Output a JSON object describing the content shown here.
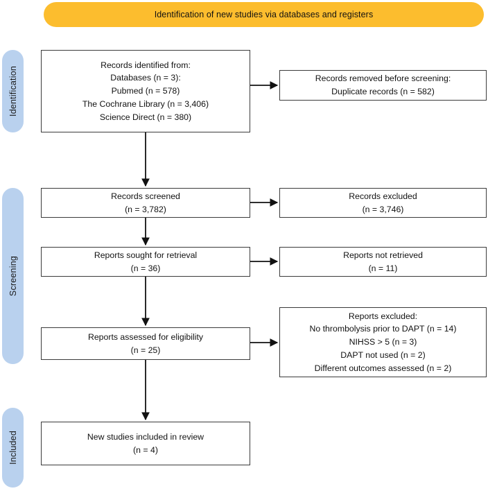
{
  "banner": {
    "label": "Identification of new studies via databases and registers",
    "color": "#fcbd2e"
  },
  "stages": [
    {
      "id": "identification",
      "label": "Identification",
      "color": "#b9d1ee"
    },
    {
      "id": "screening",
      "label": "Screening",
      "color": "#b9d1ee"
    },
    {
      "id": "included",
      "label": "Included",
      "color": "#b9d1ee"
    }
  ],
  "boxes": {
    "identified": {
      "name": "records-identified-from",
      "lines": [
        "Records identified from:",
        "Databases (n = 3):",
        "Pubmed (n = 578)",
        "The Cochrane Library (n = 3,406)",
        "Science Direct (n = 380)"
      ]
    },
    "removed": {
      "name": "records-removed-before-screening",
      "lines": [
        "Records removed before screening:",
        "Duplicate records (n = 582)"
      ]
    },
    "screened": {
      "name": "records-screened",
      "lines": [
        "Records screened",
        "(n = 3,782)"
      ]
    },
    "excluded_screened": {
      "name": "records-excluded",
      "lines": [
        "Records excluded",
        "(n = 3,746)"
      ]
    },
    "sought": {
      "name": "reports-sought-for-retrieval",
      "lines": [
        "Reports sought for retrieval",
        "(n = 36)"
      ]
    },
    "not_retrieved": {
      "name": "reports-not-retrieved",
      "lines": [
        "Reports not retrieved",
        "(n = 11)"
      ]
    },
    "assessed": {
      "name": "reports-assessed-for-eligibility",
      "lines": [
        "Reports assessed for eligibility",
        "(n = 25)"
      ]
    },
    "excluded_reports": {
      "name": "reports-excluded-reasons",
      "lines": [
        "Reports excluded:",
        "No thrombolysis prior to DAPT (n = 14)",
        "NIHSS > 5 (n = 3)",
        "DAPT not used (n = 2)",
        "Different outcomes assessed (n = 2)"
      ]
    },
    "included": {
      "name": "new-studies-included-in-review",
      "lines": [
        "New studies included in review",
        "(n = 4)"
      ]
    }
  },
  "chart_data": {
    "type": "diagram",
    "title": "Identification of new studies via databases and registers",
    "flow": "PRISMA 2020 study selection flow diagram",
    "stages": [
      "Identification",
      "Screening",
      "Included"
    ],
    "nodes": [
      {
        "id": "identified",
        "stage": "Identification",
        "column": "left",
        "label": "Records identified from: Databases (n = 3): Pubmed (n = 578); The Cochrane Library (n = 3,406); Science Direct (n = 380)"
      },
      {
        "id": "removed",
        "stage": "Identification",
        "column": "right",
        "label": "Records removed before screening: Duplicate records (n = 582)"
      },
      {
        "id": "screened",
        "stage": "Screening",
        "column": "left",
        "label": "Records screened (n = 3,782)"
      },
      {
        "id": "excluded_screened",
        "stage": "Screening",
        "column": "right",
        "label": "Records excluded (n = 3,746)"
      },
      {
        "id": "sought",
        "stage": "Screening",
        "column": "left",
        "label": "Reports sought for retrieval (n = 36)"
      },
      {
        "id": "not_retrieved",
        "stage": "Screening",
        "column": "right",
        "label": "Reports not retrieved (n = 11)"
      },
      {
        "id": "assessed",
        "stage": "Screening",
        "column": "left",
        "label": "Reports assessed for eligibility (n = 25)"
      },
      {
        "id": "excluded_reports",
        "stage": "Screening",
        "column": "right",
        "label": "Reports excluded: No thrombolysis prior to DAPT (n = 14); NIHSS > 5 (n = 3); DAPT not used (n = 2); Different outcomes assessed (n = 2)"
      },
      {
        "id": "included",
        "stage": "Included",
        "column": "left",
        "label": "New studies included in review (n = 4)"
      }
    ],
    "edges": [
      {
        "from": "identified",
        "to": "removed",
        "direction": "right"
      },
      {
        "from": "identified",
        "to": "screened",
        "direction": "down"
      },
      {
        "from": "screened",
        "to": "excluded_screened",
        "direction": "right"
      },
      {
        "from": "screened",
        "to": "sought",
        "direction": "down"
      },
      {
        "from": "sought",
        "to": "not_retrieved",
        "direction": "right"
      },
      {
        "from": "sought",
        "to": "assessed",
        "direction": "down"
      },
      {
        "from": "assessed",
        "to": "excluded_reports",
        "direction": "right"
      },
      {
        "from": "assessed",
        "to": "included",
        "direction": "down"
      }
    ],
    "counts": {
      "databases": 3,
      "pubmed": 578,
      "cochrane_library": 3406,
      "science_direct": 380,
      "duplicates_removed": 582,
      "records_screened": 3782,
      "records_excluded": 3746,
      "reports_sought": 36,
      "reports_not_retrieved": 11,
      "reports_assessed": 25,
      "excluded_no_thrombolysis_prior_to_dapt": 14,
      "excluded_nihss_gt_5": 3,
      "excluded_dapt_not_used": 2,
      "excluded_different_outcomes": 2,
      "new_studies_included": 4
    }
  }
}
